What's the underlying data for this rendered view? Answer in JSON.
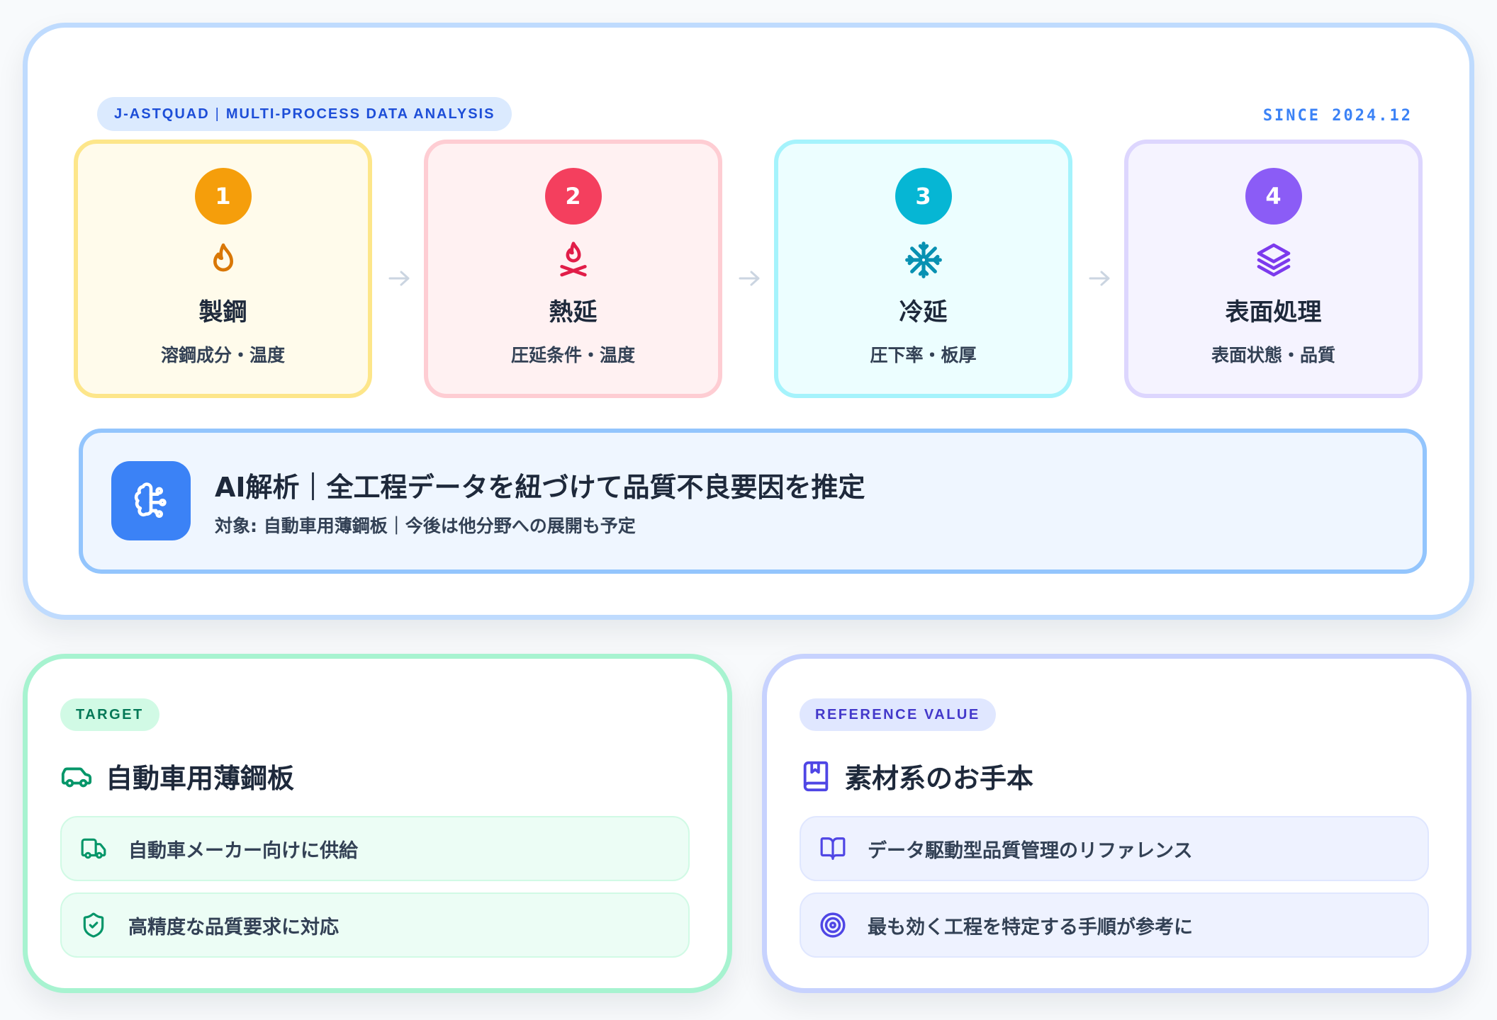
{
  "header": {
    "brand": "J-ASTQUAD",
    "brand_separator": "|",
    "brand_tagline": "MULTI-PROCESS DATA ANALYSIS",
    "since": "SINCE 2024.12"
  },
  "process_steps": [
    {
      "number": "1",
      "icon": "flame-icon",
      "title": "製鋼",
      "subtitle": "溶鋼成分・温度",
      "accent": "#f59e0b",
      "bg": "#fffbeb",
      "border": "#fde68a",
      "icon_color": "#d97706"
    },
    {
      "number": "2",
      "icon": "campfire-icon",
      "title": "熱延",
      "subtitle": "圧延条件・温度",
      "accent": "#f43f5e",
      "bg": "#fff1f2",
      "border": "#fecdd3",
      "icon_color": "#e11d48"
    },
    {
      "number": "3",
      "icon": "snowflake-icon",
      "title": "冷延",
      "subtitle": "圧下率・板厚",
      "accent": "#06b6d4",
      "bg": "#ecfeff",
      "border": "#a5f3fc",
      "icon_color": "#0891b2"
    },
    {
      "number": "4",
      "icon": "layers-icon",
      "title": "表面処理",
      "subtitle": "表面状態・品質",
      "accent": "#8b5cf6",
      "bg": "#f5f3ff",
      "border": "#ddd6fe",
      "icon_color": "#7c3aed"
    }
  ],
  "ai_banner": {
    "icon": "brain-circuit-icon",
    "title": "AI解析｜全工程データを紐づけて品質不良要因を推定",
    "subtitle": "対象: 自動車用薄鋼板｜今後は他分野への展開も予定"
  },
  "target_card": {
    "tag": "TARGET",
    "icon": "car-icon",
    "title": "自動車用薄鋼板",
    "items": [
      {
        "icon": "truck-icon",
        "text": "自動車メーカー向けに供給"
      },
      {
        "icon": "shield-check-icon",
        "text": "高精度な品質要求に対応"
      }
    ],
    "accent": "#059669"
  },
  "reference_card": {
    "tag": "REFERENCE VALUE",
    "icon": "bookmark-book-icon",
    "title": "素材系のお手本",
    "items": [
      {
        "icon": "open-book-icon",
        "text": "データ駆動型品質管理のリファレンス"
      },
      {
        "icon": "target-icon",
        "text": "最も効く工程を特定する手順が参考に"
      }
    ],
    "accent": "#4f46e5"
  }
}
